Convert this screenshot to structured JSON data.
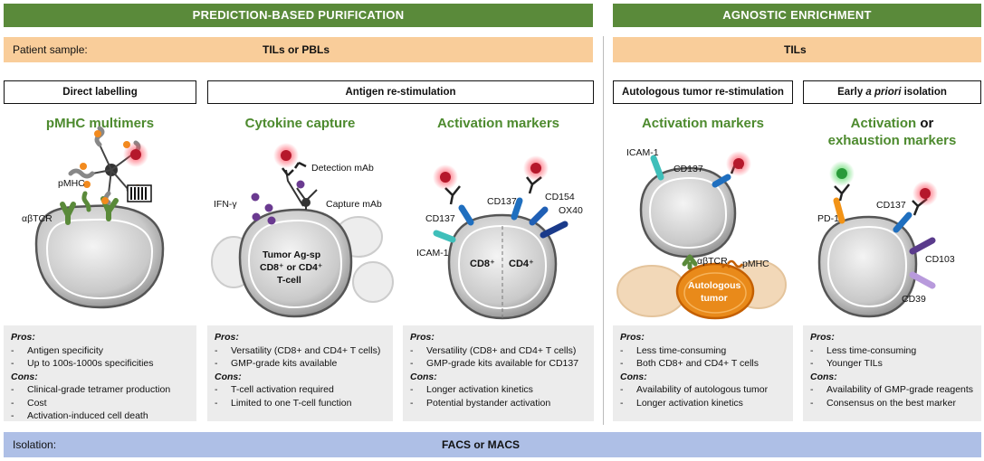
{
  "banners": {
    "left": "PREDICTION-BASED PURIFICATION",
    "right": "AGNOSTIC ENRICHMENT"
  },
  "sample": {
    "label": "Patient sample:",
    "left_value": "TILs or PBLs",
    "right_value": "TILs"
  },
  "methods": {
    "direct": "Direct labelling",
    "restim": "Antigen re-stimulation",
    "autologous": "Autologous tumor re-stimulation",
    "early_pre": "Early ",
    "early_em": "a priori",
    "early_post": " isolation"
  },
  "titles": {
    "pmhc": "pMHC multimers",
    "cytokine": "Cytokine capture",
    "activation1": "Activation markers",
    "activation2": "Activation markers",
    "act_or": "Activation",
    "or_word": " or",
    "exhaustion": "exhaustion markers"
  },
  "labels": {
    "pmhc": "pMHC",
    "abtcr": "αβTCR",
    "ifng": "IFN-γ",
    "detection": "Detection mAb",
    "capture": "Capture mAb",
    "cell_line1": "Tumor Ag-sp",
    "cell_line2": "CD8⁺ or CD4⁺",
    "cell_line3": "T-cell",
    "cd137_a": "CD137",
    "cd137_b": "CD137",
    "cd154": "CD154",
    "ox40": "OX40",
    "icam_a": "ICAM-1",
    "cd8": "CD8⁺",
    "cd4": "CD4⁺",
    "icam_b": "ICAM-1",
    "cd137_c": "CD137",
    "abtcr_b": "αβTCR",
    "pmhc_b": "pMHC",
    "tumor1": "Autologous",
    "tumor2": "tumor",
    "pd1": "PD-1",
    "cd137_d": "CD137",
    "cd103": "CD103",
    "cd39": "CD39"
  },
  "panels": {
    "p1": {
      "pros_h": "Pros:",
      "pros": [
        "Antigen specificity",
        "Up to 100s-1000s specificities"
      ],
      "cons_h": "Cons:",
      "cons": [
        "Clinical-grade tetramer production",
        "Cost",
        "Activation-induced cell death"
      ]
    },
    "p2": {
      "pros_h": "Pros:",
      "pros": [
        "Versatility (CD8+ and CD4+ T cells)",
        "GMP-grade kits available"
      ],
      "cons_h": "Cons:",
      "cons": [
        "T-cell activation required",
        "Limited to one T-cell function"
      ]
    },
    "p3": {
      "pros_h": "Pros:",
      "pros": [
        "Versatility (CD8+ and CD4+ T cells)",
        "GMP-grade kits available for CD137"
      ],
      "cons_h": "Cons:",
      "cons": [
        "Longer activation kinetics",
        "Potential bystander activation"
      ]
    },
    "p4": {
      "pros_h": "Pros:",
      "pros": [
        "Less time-consuming",
        "Both CD8+ and CD4+ T cells"
      ],
      "cons_h": "Cons:",
      "cons": [
        "Availability of autologous tumor",
        "Longer activation kinetics"
      ]
    },
    "p5": {
      "pros_h": "Pros:",
      "pros": [
        "Less time-consuming",
        "Younger TILs"
      ],
      "cons_h": "Cons:",
      "cons": [
        "Availability of GMP-grade reagents",
        "Consensus on the best marker"
      ]
    }
  },
  "isolation": {
    "label": "Isolation:",
    "value": "FACS or MACS"
  },
  "colors": {
    "green": "#5a8a3a",
    "peach": "#f9cd9a",
    "blue": "#aebfe6",
    "panel": "#ececec"
  }
}
